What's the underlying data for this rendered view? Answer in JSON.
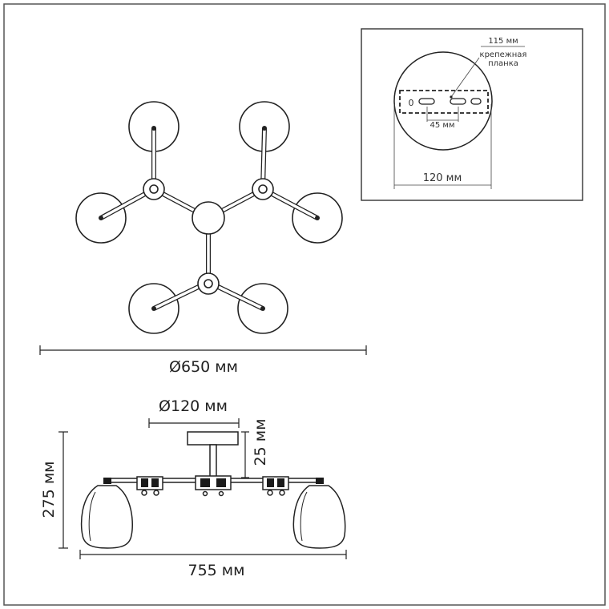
{
  "dimensions": {
    "diameter_top": "Ø650 мм",
    "canopy_diameter": "Ø120 мм",
    "canopy_height": "25 мм",
    "height": "275 мм",
    "width": "755 мм"
  },
  "mount_inset": {
    "strip_length": "115 мм",
    "strip_label_line1": "крепежная",
    "strip_label_line2": "планка",
    "hole_spacing": "45 мм",
    "plate_diameter": "120 мм",
    "slot_marker": "0"
  },
  "colors": {
    "line": "#222222",
    "fill_dark": "#1a1a1a",
    "glass": "#ffffff"
  }
}
